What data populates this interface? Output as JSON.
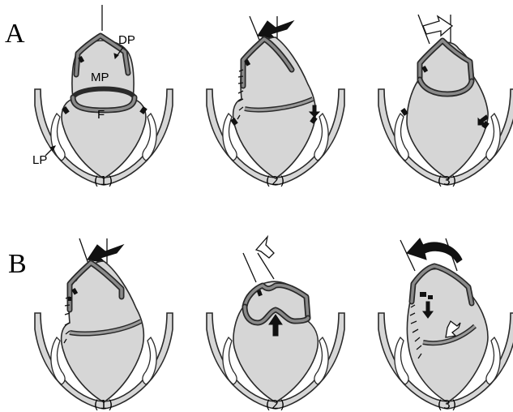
{
  "rows": [
    {
      "label": "A",
      "panels": [
        {
          "label": "(1)"
        },
        {
          "label": "(2)"
        },
        {
          "label": "(3)"
        }
      ]
    },
    {
      "label": "B",
      "panels": [
        {
          "label": "(1)"
        },
        {
          "label": "(2)"
        },
        {
          "label": "(3)"
        }
      ]
    }
  ],
  "parts": {
    "dp": "DP",
    "mp": "MP",
    "f": "F",
    "lp": "LP"
  },
  "colors": {
    "body": "#d6d6d6",
    "outline": "#2a2a2a",
    "black_arrow": "#111111",
    "white_arrow": "#ffffff"
  }
}
